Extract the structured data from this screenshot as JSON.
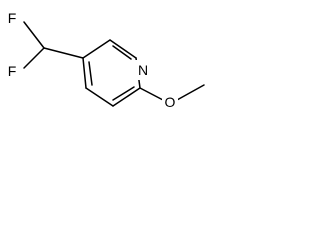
{
  "structure": {
    "atoms": {
      "fluorine_top": "F",
      "fluorine_bottom": "F",
      "ring_nitrogen": "N",
      "ether_oxygen": "O"
    }
  },
  "colors": {
    "bond": "#000000",
    "label": "#000000",
    "background": "#ffffff"
  }
}
